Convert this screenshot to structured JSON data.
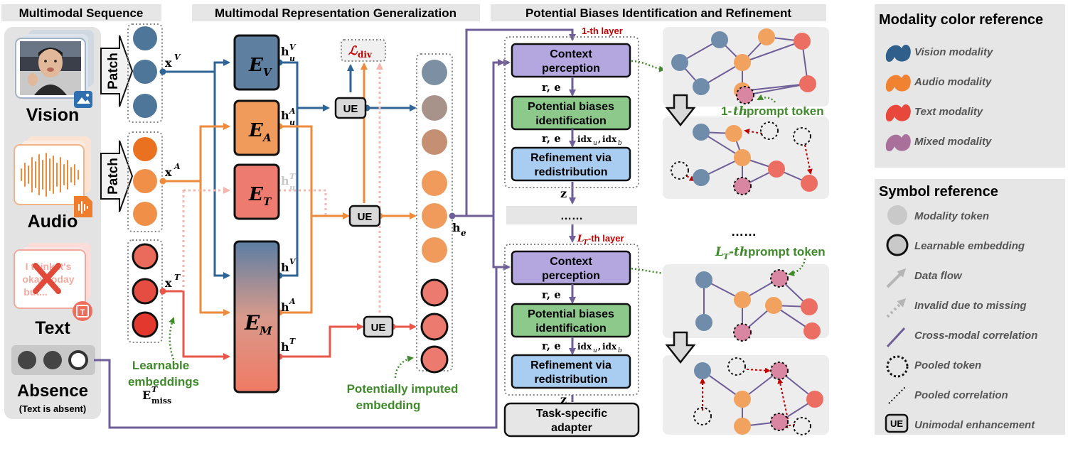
{
  "sections": {
    "seq_title": "Multimodal Sequence",
    "rep_title": "Multimodal Representation Generalization",
    "bias_title": "Potential Biases Identification and Refinement"
  },
  "modalities": {
    "vision": "Vision",
    "audio": "Audio",
    "text": "Text",
    "text_snippet": [
      "I think it's",
      "okay today",
      "but..."
    ],
    "absence": "Absence",
    "absence_note": "(Text is absent)"
  },
  "patch_label": "Patch",
  "symbols": {
    "xV": "x",
    "xV_sup": "V",
    "xA": "x",
    "xA_sup": "A",
    "xT": "x",
    "xT_sup": "T",
    "huV": "h",
    "huV_sup": "V",
    "huV_sub": "u",
    "huA": "h",
    "huA_sup": "A",
    "huA_sub": "u",
    "huT": "h",
    "huT_sup": "T",
    "huT_sub": "u",
    "hV": "h",
    "hV_sup": "V",
    "hA": "h",
    "hA_sup": "A",
    "hT": "h",
    "hT_sup": "T",
    "he": "h",
    "he_sub": "e",
    "ldiv": "ℒ",
    "ldiv_sub": "div",
    "emiss": "E",
    "emiss_sup": "T",
    "emiss_sub": "miss"
  },
  "encoders": {
    "ev": "E",
    "ev_sub": "V",
    "ea": "E",
    "ea_sub": "A",
    "et": "E",
    "et_sub": "T",
    "em": "E",
    "em_sub": "M"
  },
  "ue": "UE",
  "annotations": {
    "learnable_line1": "Learnable",
    "learnable_line2": "embeddings",
    "imputed_line1": "Potentially imputed",
    "imputed_line2": "embedding"
  },
  "layer1": {
    "label": "1-th layer",
    "context": [
      "Context",
      "perception"
    ],
    "re": "r, e",
    "biases": [
      "Potential biases",
      "identification"
    ],
    "re2": "r, e",
    "idx": "idx",
    "idx_u": "u",
    "idx_b": "b",
    "refine": [
      "Refinement via",
      "redistribution"
    ],
    "z": "z"
  },
  "dots": "……",
  "layerL": {
    "label_L": "L",
    "label_sub": "T",
    "label_rest": "-th layer",
    "context": [
      "Context",
      "perception"
    ],
    "re": "r, e",
    "biases": [
      "Potential biases",
      "identification"
    ],
    "re2": "r, e",
    "idx": "idx",
    "idx_u": "u",
    "idx_b": "b",
    "refine": [
      "Refinement via",
      "redistribution"
    ],
    "z": "z"
  },
  "task_adapter": [
    "Task-specific",
    "adapter"
  ],
  "prompt1": {
    "pre": "1-",
    "th": "th",
    "post": " prompt token"
  },
  "promptL": {
    "L": "L",
    "sub": "T",
    "th": "-th",
    "post": " prompt token"
  },
  "graph_dots": "……",
  "legend": {
    "modality_title": "Modality color reference",
    "modalities": [
      {
        "label": "Vision modality",
        "color": "#2f5f8a"
      },
      {
        "label": "Audio modality",
        "color": "#f08232"
      },
      {
        "label": "Text modality",
        "color": "#e8473c"
      },
      {
        "label": "Mixed modality",
        "color": "#a8709a"
      }
    ],
    "symbol_title": "Symbol reference",
    "symbols": [
      "Modality token",
      "Learnable embedding",
      "Data flow",
      "Invalid due to missing",
      "Cross-modal correlation",
      "Pooled token",
      "Pooled correlation",
      "Unimodal enhancement"
    ],
    "ue_glyph": "UE"
  },
  "colors": {
    "vision": "#4e7699",
    "audio": "#f39a57",
    "text": "#e9685a",
    "mixed_purple": "#6f5e98",
    "green_text": "#3f8a2a",
    "red_label": "#c00000"
  }
}
